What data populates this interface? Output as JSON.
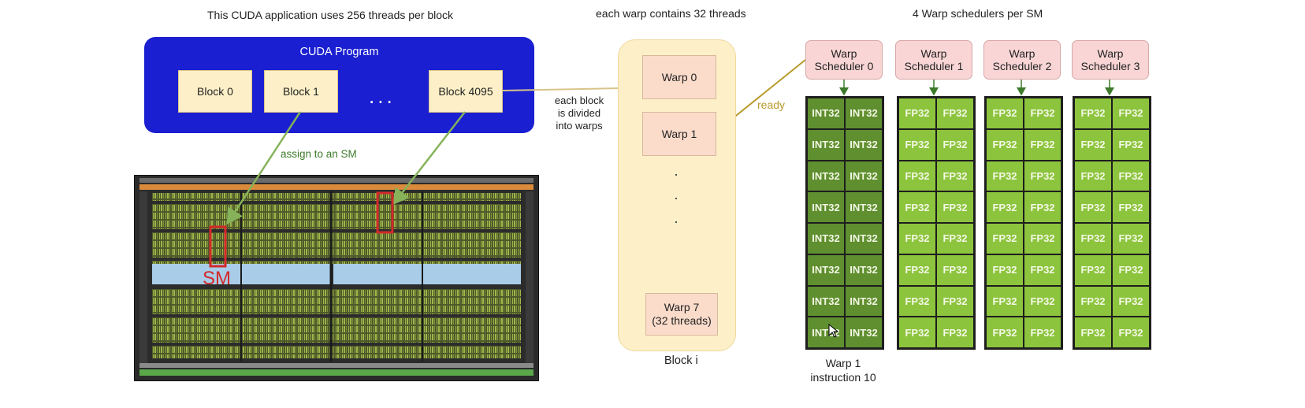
{
  "captions": {
    "threads_per_block": "This CUDA application uses 256 threads per block",
    "warp_contains": "each warp contains 32 threads",
    "schedulers_per_sm": "4 Warp schedulers per SM"
  },
  "cuda_program": {
    "title": "CUDA Program",
    "blocks": [
      "Block 0",
      "Block 1",
      "Block 4095"
    ],
    "ellipsis": "..."
  },
  "labels": {
    "assign": "assign to an SM",
    "divided_line1": "each block",
    "divided_line2": "is divided",
    "divided_line3": "into warps",
    "ready": "ready",
    "sm": "SM",
    "block_i": "Block i",
    "warp_instr_line1": "Warp 1",
    "warp_instr_line2": "instruction 10"
  },
  "block_i": {
    "warps": [
      "Warp 0",
      "Warp 1"
    ],
    "last_warp_line1": "Warp 7",
    "last_warp_line2": "(32 threads)",
    "dots": [
      "·",
      "·",
      "·"
    ]
  },
  "schedulers": [
    {
      "line1": "Warp",
      "line2": "Scheduler 0",
      "unit": "INT32"
    },
    {
      "line1": "Warp",
      "line2": "Scheduler 1",
      "unit": "FP32"
    },
    {
      "line1": "Warp",
      "line2": "Scheduler 2",
      "unit": "FP32"
    },
    {
      "line1": "Warp",
      "line2": "Scheduler 3",
      "unit": "FP32"
    }
  ],
  "colors": {
    "cuda_blue": "#1a1fd1",
    "block_fill": "#fdf0c8",
    "warp_fill": "#fbdccb",
    "scheduler_fill": "#f9d5d5",
    "int_green": "#5f8f2f",
    "fp_green": "#8cc43d",
    "arrow_green": "#86b35a",
    "ready_gold": "#b89a2a",
    "sm_red": "#d22a2a"
  }
}
